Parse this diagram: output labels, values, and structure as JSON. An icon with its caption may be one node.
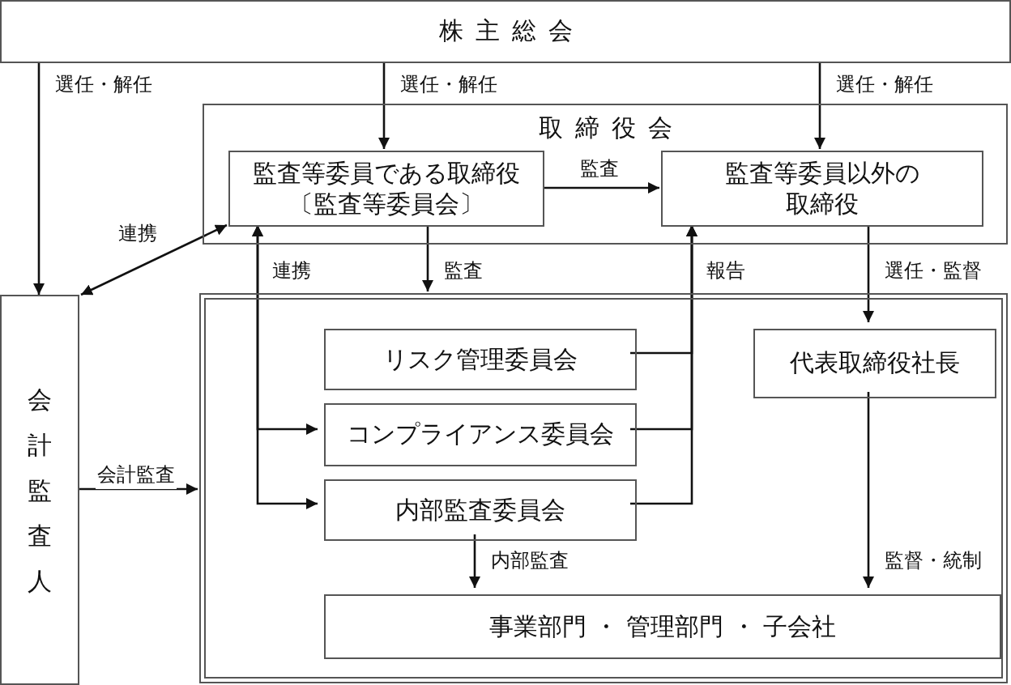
{
  "diagram": {
    "nodes": [
      {
        "text": [
          "株主総会"
        ]
      },
      {
        "text": [
          "取締役会"
        ]
      },
      {
        "text": [
          "監査等委員である取締役〔監査等委員会〕"
        ],
        "in": 1
      },
      {
        "text": [
          "監査等委員以外の取締役"
        ],
        "in": 1
      },
      {
        "text": [
          "会計監査人"
        ]
      },
      {
        "text": [],
        "shape": "box"
      },
      {
        "text": [
          "リスク管理委員会"
        ],
        "in": 5
      },
      {
        "text": [
          "コンプライアンス委員会"
        ],
        "in": 5
      },
      {
        "text": [
          "内部監査委員会"
        ],
        "in": 5
      },
      {
        "text": [
          "代表取締役社長"
        ],
        "in": 5
      },
      {
        "text": [
          "事業部門 ・ 管理部門 ・ 子会社"
        ],
        "in": 5
      }
    ],
    "edges": [
      {
        "from": 0,
        "to": 4,
        "arrow": "to",
        "label": "選任・解任"
      },
      {
        "from": 0,
        "to": 2,
        "arrow": "to",
        "label": "選任・解任"
      },
      {
        "from": 0,
        "to": 3,
        "arrow": "to",
        "label": "選任・解任"
      },
      {
        "from": 2,
        "to": 3,
        "arrow": "to",
        "label": "監査"
      },
      {
        "from": 2,
        "to": 4,
        "arrow": "both",
        "label": "連携"
      },
      {
        "from": 2,
        "to": 5,
        "arrow": "to",
        "label": "監査"
      },
      {
        "from": 2,
        "to": 7,
        "arrow": "both",
        "label": "連携"
      },
      {
        "from": 2,
        "to": 8,
        "arrow": "both"
      },
      {
        "from": 6,
        "to": 3,
        "arrow": "to",
        "label": "報告"
      },
      {
        "from": 7,
        "to": 3,
        "arrow": "to"
      },
      {
        "from": 8,
        "to": 3,
        "arrow": "to"
      },
      {
        "from": 3,
        "to": 9,
        "arrow": "to",
        "label": "選任・監督"
      },
      {
        "from": 9,
        "to": 10,
        "arrow": "to",
        "label": "監督・統制"
      },
      {
        "from": 8,
        "to": 10,
        "arrow": "to",
        "label": "内部監査"
      },
      {
        "from": 4,
        "to": 5,
        "arrow": "to",
        "label": "会計監査"
      }
    ]
  }
}
